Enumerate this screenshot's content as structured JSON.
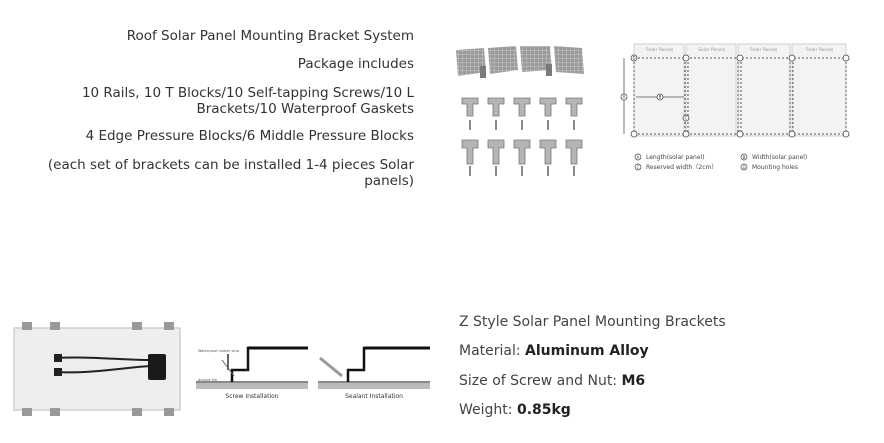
{
  "product1": {
    "title": "Roof Solar Panel Mounting Bracket System",
    "package_heading": "Package includes",
    "items": [
      "10 Rails, 10 T Blocks/10 Self-tapping Screws/10 L Brackets/10 Waterproof Gaskets",
      "4 Edge Pressure Blocks/6 Middle Pressure Blocks",
      "(each set of brackets can be installed 1-4 pieces Solar panels)"
    ]
  },
  "diagram_top": {
    "panel_labels": [
      "Solar Panels",
      "Solar Panels",
      "Solar Panels",
      "Solar Panels"
    ],
    "marker_a": "A",
    "marker_b": "B",
    "marker_c": "C",
    "marker_d": "D",
    "legend": {
      "a": "Length(solar panel)",
      "b": "Width(solar panel)",
      "c": "Reserved width（2cm）",
      "d": "Mounting holes"
    }
  },
  "diagram_bottom": {
    "screw_caption": "Screw Installation",
    "sealant_caption": "Sealant Installation",
    "label_waterproof": "Waterproof rubber strip",
    "label_ground": "ground tile"
  },
  "product2": {
    "title": "Z Style Solar Panel Mounting Brackets",
    "specs": [
      {
        "label": "Material: ",
        "value": "Aluminum Alloy"
      },
      {
        "label": "Size of Screw and Nut: ",
        "value": "M6"
      },
      {
        "label": "Weight: ",
        "value": "0.85kg"
      }
    ]
  }
}
